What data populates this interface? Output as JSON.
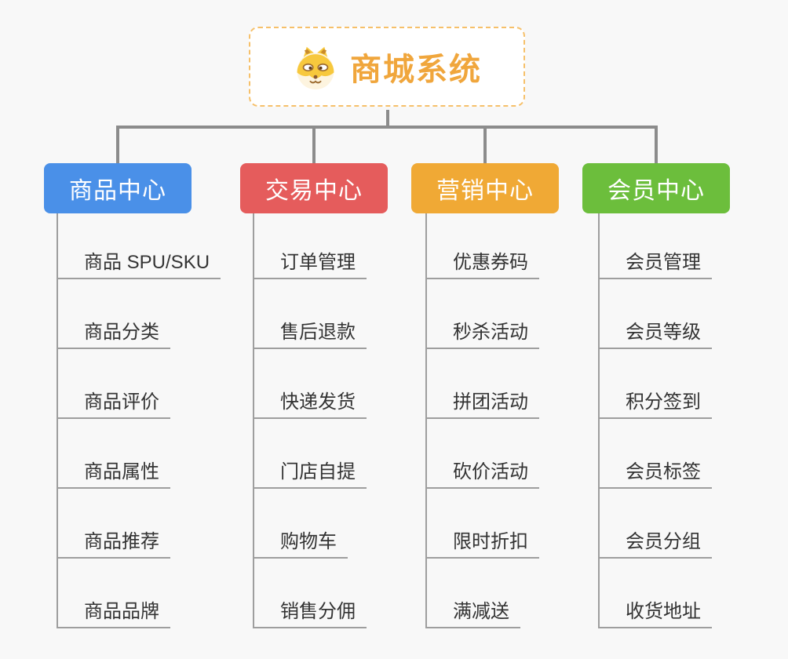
{
  "canvas": {
    "background": "#F8F8F8",
    "connector_color": "#8C8C8C",
    "branch_line_color": "#9E9E9E"
  },
  "root": {
    "title": "商城系统",
    "icon": "dog-face-icon",
    "accent_color": "#F0A63C",
    "border_color": "#F6C06A"
  },
  "branches": [
    {
      "id": "product-center",
      "label": "商品中心",
      "color": "#4A90E8",
      "children": [
        "商品 SPU/SKU",
        "商品分类",
        "商品评价",
        "商品属性",
        "商品推荐",
        "商品品牌"
      ]
    },
    {
      "id": "trade-center",
      "label": "交易中心",
      "color": "#E55C5C",
      "children": [
        "订单管理",
        "售后退款",
        "快递发货",
        "门店自提",
        "购物车",
        "销售分佣"
      ]
    },
    {
      "id": "marketing-center",
      "label": "营销中心",
      "color": "#F0A935",
      "children": [
        "优惠券码",
        "秒杀活动",
        "拼团活动",
        "砍价活动",
        "限时折扣",
        "满减送"
      ]
    },
    {
      "id": "member-center",
      "label": "会员中心",
      "color": "#6CBE3C",
      "children": [
        "会员管理",
        "会员等级",
        "积分签到",
        "会员标签",
        "会员分组",
        "收货地址"
      ]
    }
  ]
}
